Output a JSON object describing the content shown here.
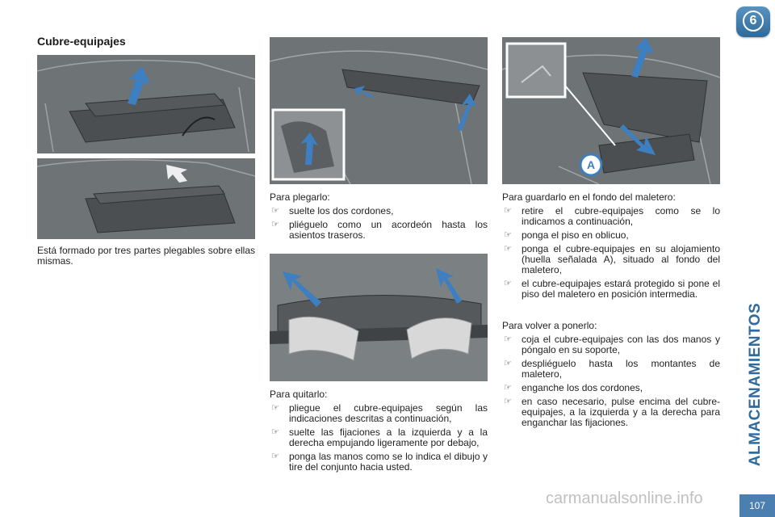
{
  "section": {
    "title": "Cubre-equipajes"
  },
  "intro": {
    "text": "Está formado por tres partes plegables sobre ellas mismas."
  },
  "fold": {
    "heading": "Para plegarlo:",
    "items": [
      "suelte los dos cordones,",
      "pliéguelo como un acordeón hasta los asientos traseros."
    ]
  },
  "remove": {
    "heading": "Para quitarlo:",
    "items": [
      "pliegue el cubre-equipajes según las indicaciones descritas a continuación,",
      "suelte las fijaciones a la izquierda y a la derecha empujando ligeramente por debajo,",
      "ponga las manos como se lo indica el dibujo y tire del conjunto hacia usted."
    ]
  },
  "store": {
    "heading": "Para guardarlo en el fondo del maletero:",
    "items": [
      "retire el cubre-equipajes como se lo indicamos a continuación,",
      "ponga el piso en oblicuo,",
      "ponga el cubre-equipajes en su alojamiento (huella señalada A), situado al fondo del maletero,",
      "el cubre-equipajes estará protegido si pone el piso del maletero en posición intermedia."
    ]
  },
  "refit": {
    "heading": "Para volver a ponerlo:",
    "items": [
      "coja el cubre-equipajes con las dos manos y póngalo en su soporte,",
      "despliéguelo hasta los montantes de maletero,",
      "enganche los dos cordones,",
      "en caso necesario, pulse encima del cubre-equipajes, a la izquierda y a la derecha para enganchar las fijaciones."
    ]
  },
  "callout": {
    "label": "A"
  },
  "chapter": {
    "number": "6",
    "name": "ALMACENAMIENTOS"
  },
  "page": {
    "number": "107"
  },
  "watermark": {
    "text": "carmanualsonline.info"
  },
  "icons": {
    "bullet": "pointing-hand-icon",
    "arrow": "blue-arrow-icon"
  },
  "colors": {
    "accent": "#2f6b9c",
    "arrow": "#3d7fc0",
    "illustration_bg": "#6d7275"
  }
}
